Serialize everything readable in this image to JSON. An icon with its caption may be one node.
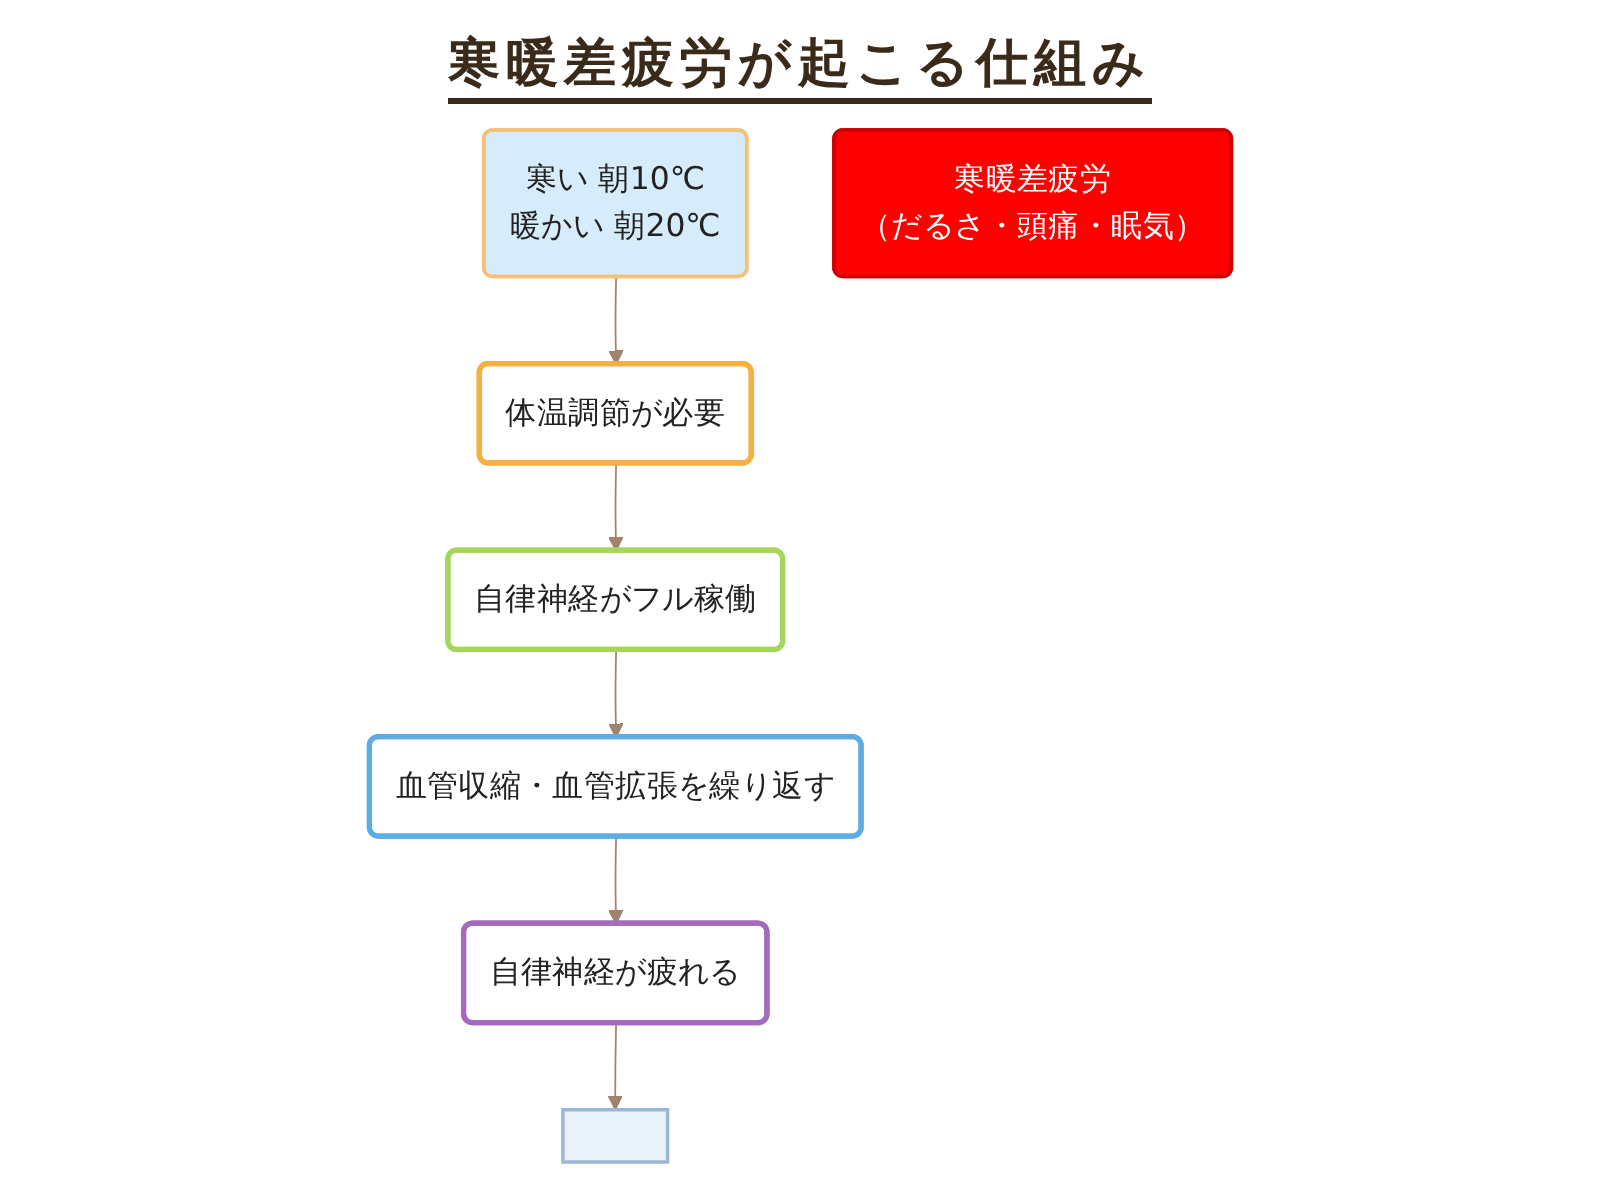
{
  "diagram": {
    "title": "寒暖差疲労が起こる仕組み",
    "nodes": [
      {
        "text": [
          "寒い 朝10℃",
          "暖かい 朝20℃"
        ]
      },
      {
        "text": [
          "体温調節が必要"
        ]
      },
      {
        "text": [
          "自律神経がフル稼働"
        ]
      },
      {
        "text": [
          "血管収縮・血管拡張を繰り返す"
        ]
      },
      {
        "text": [
          "自律神経が疲れる"
        ]
      },
      {
        "text": [],
        "shape": "box"
      },
      {
        "text": [
          "寒暖差疲労",
          "（だるさ・頭痛・眠気）"
        ]
      }
    ],
    "edges": [
      {
        "from": 0,
        "to": 1,
        "arrow": "to"
      },
      {
        "from": 1,
        "to": 2,
        "arrow": "to"
      },
      {
        "from": 2,
        "to": 3,
        "arrow": "to"
      },
      {
        "from": 3,
        "to": 4,
        "arrow": "to"
      },
      {
        "from": 4,
        "to": 5,
        "arrow": "to"
      }
    ]
  }
}
